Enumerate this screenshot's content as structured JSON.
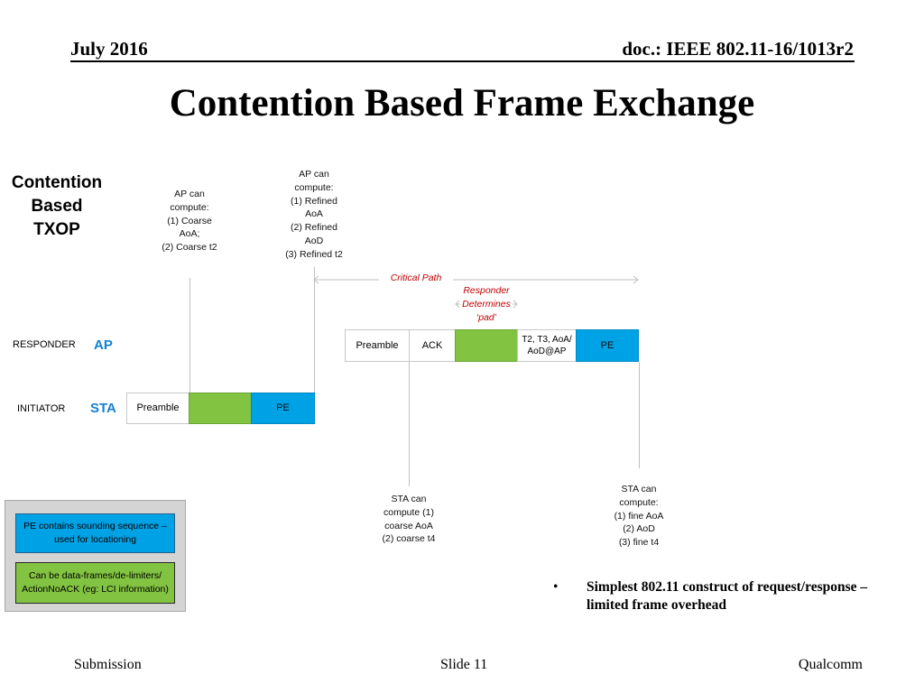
{
  "header": {
    "date": "July  2016",
    "doc": "doc.: IEEE 802.11-16/1013r2"
  },
  "title": "Contention Based Frame Exchange",
  "side_label": [
    "Contention",
    "Based",
    "TXOP"
  ],
  "notes": {
    "ap_coarse": [
      "AP can",
      "compute:",
      "(1) Coarse",
      "AoA;",
      "(2) Coarse t2"
    ],
    "ap_refined": [
      "AP can",
      "compute:",
      "(1) Refined",
      "AoA",
      "(2) Refined",
      "AoD",
      "(3) Refined t2"
    ],
    "sta_coarse": [
      "STA can",
      "compute (1)",
      "coarse AoA",
      "(2) coarse t4"
    ],
    "sta_fine": [
      "STA can",
      "compute:",
      "(1) fine AoA",
      "(2) AoD",
      "(3) fine t4"
    ]
  },
  "critical_path": {
    "label": "Critical Path",
    "responder_pad": [
      "Responder",
      "Determines",
      "‘pad’"
    ]
  },
  "rows": {
    "responder": {
      "label": "RESPONDER",
      "role": "AP"
    },
    "initiator": {
      "label": "INITIATOR",
      "role": "STA"
    }
  },
  "frames": {
    "responder": {
      "preamble": "Preamble",
      "ack": "ACK",
      "data": "",
      "info": "T2, T3, AoA/ AoD@AP",
      "pe": "PE"
    },
    "initiator": {
      "preamble": "Preamble",
      "data": "",
      "pe": "PE"
    }
  },
  "legend": {
    "pe": "PE contains sounding sequence – used for locationing",
    "data": "Can be data-frames/de-limiters/ ActionNoACK (eg: LCI information)"
  },
  "bullet": "Simplest 802.11 construct of request/response – limited frame overhead",
  "footer": {
    "left": "Submission",
    "center": "Slide 11",
    "right": "Qualcomm"
  },
  "colors": {
    "green": "#82c341",
    "blue": "#00a2e6",
    "role_blue": "#1480d2",
    "critical_red": "#c00000"
  }
}
